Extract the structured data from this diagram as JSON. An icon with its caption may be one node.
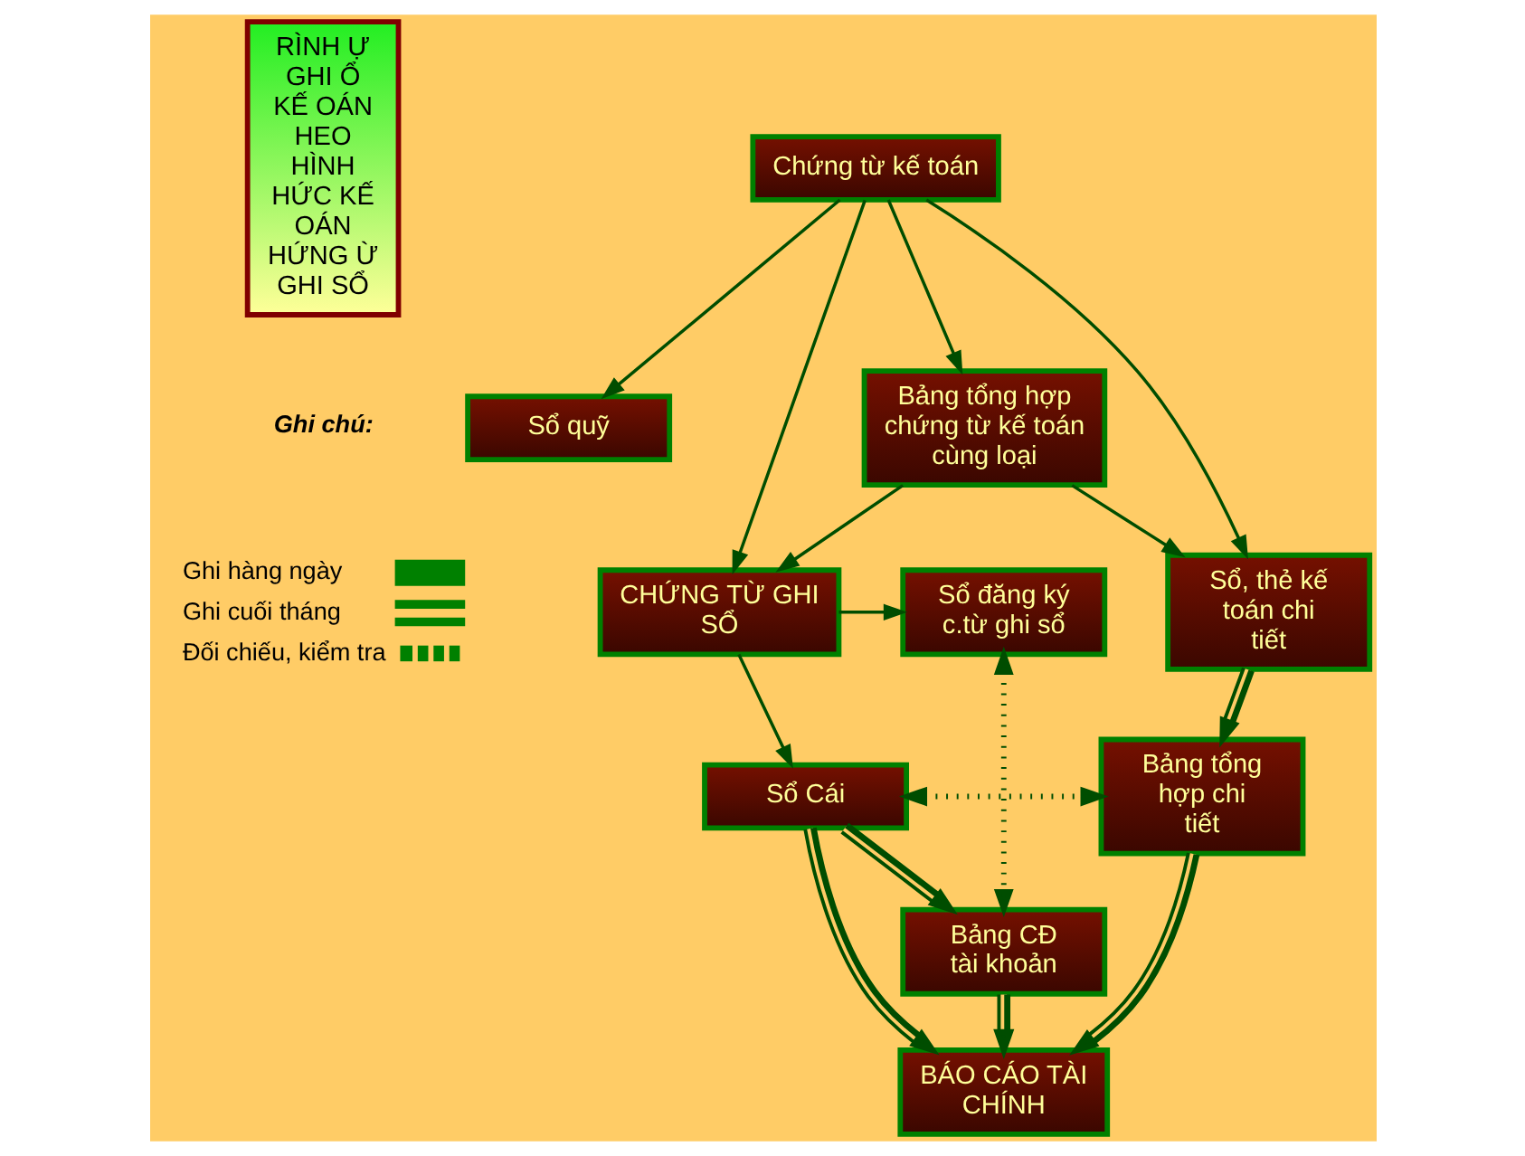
{
  "diagram": {
    "nodes": [
      {
        "text": [
          "RÌNH Ự GHI Ổ KẾ OÁN HEO HÌNH HỨC KẾ OÁN HỨNG Ừ GHI SỔ"
        ]
      },
      {
        "text": [
          "Chứng từ kế toán"
        ]
      },
      {
        "text": [
          "Sổ quỹ"
        ]
      },
      {
        "text": [
          "Bảng tổng hợp chứng từ kế toán cùng loại"
        ]
      },
      {
        "text": [
          "Sổ, thẻ kế toán chi tiết"
        ]
      },
      {
        "text": [
          "Sổ đăng ký c.từ ghi sổ"
        ]
      },
      {
        "text": [
          "CHỨNG TỪ GHI SỔ"
        ]
      },
      {
        "text": [
          "Sổ Cái"
        ]
      },
      {
        "text": [
          "Bảng tổng hợp chi tiết"
        ]
      },
      {
        "text": [
          "Bảng CĐ tài khoản"
        ]
      },
      {
        "text": [
          "BÁO CÁO TÀI CHÍNH"
        ]
      }
    ],
    "edges": [
      {
        "from": 1,
        "to": 2,
        "arrow": "to"
      },
      {
        "from": 1,
        "to": 3,
        "arrow": "to"
      },
      {
        "from": 1,
        "to": 6,
        "arrow": "to"
      },
      {
        "from": 1,
        "to": 4,
        "arrow": "to"
      },
      {
        "from": 3,
        "to": 4,
        "arrow": "to"
      },
      {
        "from": 3,
        "to": 6,
        "arrow": "to"
      },
      {
        "from": 6,
        "to": 5,
        "arrow": "to"
      },
      {
        "from": 6,
        "to": 7,
        "arrow": "to"
      },
      {
        "from": 4,
        "to": 8,
        "arrow": "to",
        "style": "thick"
      },
      {
        "from": 7,
        "to": 8,
        "arrow": "both",
        "style": "dashed"
      },
      {
        "from": 7,
        "to": 9,
        "arrow": "to",
        "style": "thick"
      },
      {
        "from": 5,
        "to": 9,
        "arrow": "both",
        "style": "dashed"
      },
      {
        "from": 7,
        "to": 10,
        "arrow": "to",
        "style": "thick"
      },
      {
        "from": 9,
        "to": 10,
        "arrow": "to",
        "style": "thick"
      },
      {
        "from": 8,
        "to": 10,
        "arrow": "to",
        "style": "thick"
      }
    ],
    "labels": [
      "Ghi chú:"
    ],
    "legend": [
      {
        "text": "Ghi hàng ngày"
      },
      {
        "text": "Ghi cuối tháng"
      },
      {
        "text": "Đối chiếu, kiểm tra"
      }
    ]
  }
}
